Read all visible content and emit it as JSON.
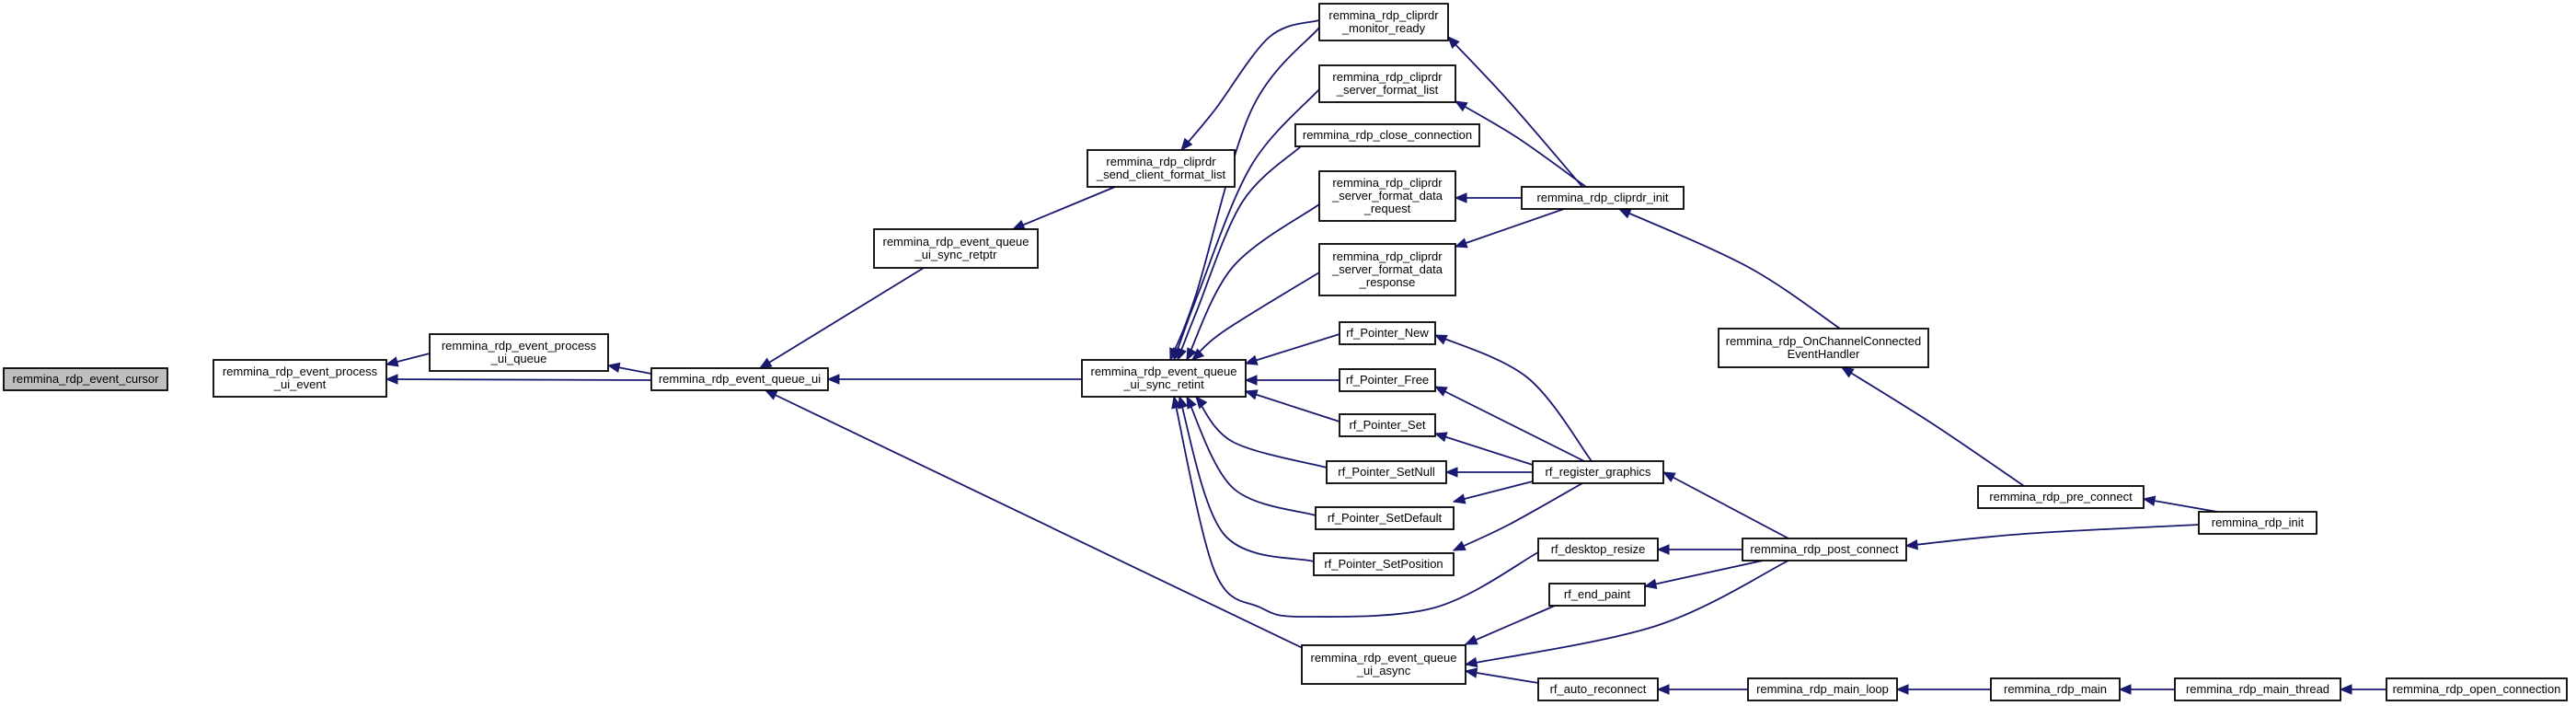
{
  "diagram": {
    "type": "caller-graph",
    "colors": {
      "edge": "#191970",
      "node_border": "#000000",
      "node_fill": "#ffffff",
      "root_fill": "#bfbfbf"
    },
    "nodes": [
      {
        "id": "n0",
        "lines": [
          "remmina_rdp_event_cursor"
        ],
        "root": true
      },
      {
        "id": "n1",
        "lines": [
          "remmina_rdp_event_process",
          "_ui_event"
        ]
      },
      {
        "id": "n2",
        "lines": [
          "remmina_rdp_event_process",
          "_ui_queue"
        ]
      },
      {
        "id": "n3",
        "lines": [
          "remmina_rdp_event_queue_ui"
        ]
      },
      {
        "id": "n4",
        "lines": [
          "remmina_rdp_event_queue",
          "_ui_sync_retptr"
        ]
      },
      {
        "id": "n5",
        "lines": [
          "remmina_rdp_cliprdr",
          "_send_client_format_list"
        ]
      },
      {
        "id": "n6",
        "lines": [
          "remmina_rdp_event_queue",
          "_ui_sync_retint"
        ]
      },
      {
        "id": "n7",
        "lines": [
          "remmina_rdp_event_queue",
          "_ui_async"
        ]
      },
      {
        "id": "n8",
        "lines": [
          "remmina_rdp_cliprdr",
          "_monitor_ready"
        ]
      },
      {
        "id": "n9",
        "lines": [
          "remmina_rdp_cliprdr",
          "_server_format_list"
        ]
      },
      {
        "id": "n10",
        "lines": [
          "remmina_rdp_close_connection"
        ]
      },
      {
        "id": "n11",
        "lines": [
          "remmina_rdp_cliprdr",
          "_server_format_data",
          "_request"
        ]
      },
      {
        "id": "n12",
        "lines": [
          "remmina_rdp_cliprdr",
          "_server_format_data",
          "_response"
        ]
      },
      {
        "id": "n13",
        "lines": [
          "rf_Pointer_New"
        ]
      },
      {
        "id": "n14",
        "lines": [
          "rf_Pointer_Free"
        ]
      },
      {
        "id": "n15",
        "lines": [
          "rf_Pointer_Set"
        ]
      },
      {
        "id": "n16",
        "lines": [
          "rf_Pointer_SetNull"
        ]
      },
      {
        "id": "n17",
        "lines": [
          "rf_Pointer_SetDefault"
        ]
      },
      {
        "id": "n18",
        "lines": [
          "rf_Pointer_SetPosition"
        ]
      },
      {
        "id": "n19",
        "lines": [
          "rf_desktop_resize"
        ]
      },
      {
        "id": "n20",
        "lines": [
          "rf_end_paint"
        ]
      },
      {
        "id": "n21",
        "lines": [
          "rf_auto_reconnect"
        ]
      },
      {
        "id": "n22",
        "lines": [
          "remmina_rdp_cliprdr_init"
        ]
      },
      {
        "id": "n23",
        "lines": [
          "rf_register_graphics"
        ]
      },
      {
        "id": "n24",
        "lines": [
          "remmina_rdp_post_connect"
        ]
      },
      {
        "id": "n25",
        "lines": [
          "remmina_rdp_main_loop"
        ]
      },
      {
        "id": "n26",
        "lines": [
          "remmina_rdp_OnChannelConnected",
          "EventHandler"
        ]
      },
      {
        "id": "n27",
        "lines": [
          "remmina_rdp_pre_connect"
        ]
      },
      {
        "id": "n28",
        "lines": [
          "remmina_rdp_main"
        ]
      },
      {
        "id": "n29",
        "lines": [
          "remmina_rdp_init"
        ]
      },
      {
        "id": "n30",
        "lines": [
          "remmina_rdp_main_thread"
        ]
      },
      {
        "id": "n31",
        "lines": [
          "remmina_rdp_open_connection"
        ]
      }
    ],
    "edges": [
      {
        "from": "n1",
        "to": "n0"
      },
      {
        "from": "n2",
        "to": "n1"
      },
      {
        "from": "n3",
        "to": "n1"
      },
      {
        "from": "n3",
        "to": "n2"
      },
      {
        "from": "n4",
        "to": "n3"
      },
      {
        "from": "n6",
        "to": "n3"
      },
      {
        "from": "n7",
        "to": "n3"
      },
      {
        "from": "n5",
        "to": "n4"
      },
      {
        "from": "n8",
        "to": "n5"
      },
      {
        "from": "n8",
        "to": "n6"
      },
      {
        "from": "n9",
        "to": "n6"
      },
      {
        "from": "n10",
        "to": "n6"
      },
      {
        "from": "n11",
        "to": "n6"
      },
      {
        "from": "n12",
        "to": "n6"
      },
      {
        "from": "n13",
        "to": "n6"
      },
      {
        "from": "n14",
        "to": "n6"
      },
      {
        "from": "n15",
        "to": "n6"
      },
      {
        "from": "n16",
        "to": "n6"
      },
      {
        "from": "n17",
        "to": "n6"
      },
      {
        "from": "n18",
        "to": "n6"
      },
      {
        "from": "n19",
        "to": "n6"
      },
      {
        "from": "n22",
        "to": "n8"
      },
      {
        "from": "n22",
        "to": "n9"
      },
      {
        "from": "n22",
        "to": "n11"
      },
      {
        "from": "n22",
        "to": "n12"
      },
      {
        "from": "n23",
        "to": "n13"
      },
      {
        "from": "n23",
        "to": "n14"
      },
      {
        "from": "n23",
        "to": "n15"
      },
      {
        "from": "n23",
        "to": "n16"
      },
      {
        "from": "n23",
        "to": "n17"
      },
      {
        "from": "n23",
        "to": "n18"
      },
      {
        "from": "n26",
        "to": "n22"
      },
      {
        "from": "n24",
        "to": "n23"
      },
      {
        "from": "n24",
        "to": "n19"
      },
      {
        "from": "n24",
        "to": "n20"
      },
      {
        "from": "n24",
        "to": "n7"
      },
      {
        "from": "n20",
        "to": "n7"
      },
      {
        "from": "n21",
        "to": "n7"
      },
      {
        "from": "n25",
        "to": "n21"
      },
      {
        "from": "n28",
        "to": "n25"
      },
      {
        "from": "n30",
        "to": "n28"
      },
      {
        "from": "n31",
        "to": "n30"
      },
      {
        "from": "n27",
        "to": "n26"
      },
      {
        "from": "n29",
        "to": "n27"
      },
      {
        "from": "n29",
        "to": "n24"
      }
    ]
  }
}
